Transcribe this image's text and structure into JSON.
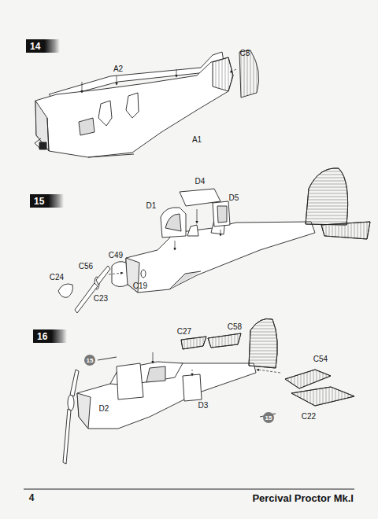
{
  "diagram": {
    "caption": "Percival Proctor Mk.I",
    "nodes": [
      {
        "text": [
          "14"
        ]
      },
      {
        "text": [
          "15"
        ]
      },
      {
        "text": [
          "16"
        ]
      },
      {
        "text": [
          "15"
        ]
      },
      {
        "text": [
          "15"
        ]
      }
    ],
    "labels": [
      "A2",
      "C8",
      "A1",
      "D4",
      "D1",
      "D5",
      "C49",
      "C56",
      "C24",
      "C23",
      "C19",
      "C27",
      "C58",
      "C54",
      "C22",
      "D2",
      "D3",
      "4"
    ]
  }
}
